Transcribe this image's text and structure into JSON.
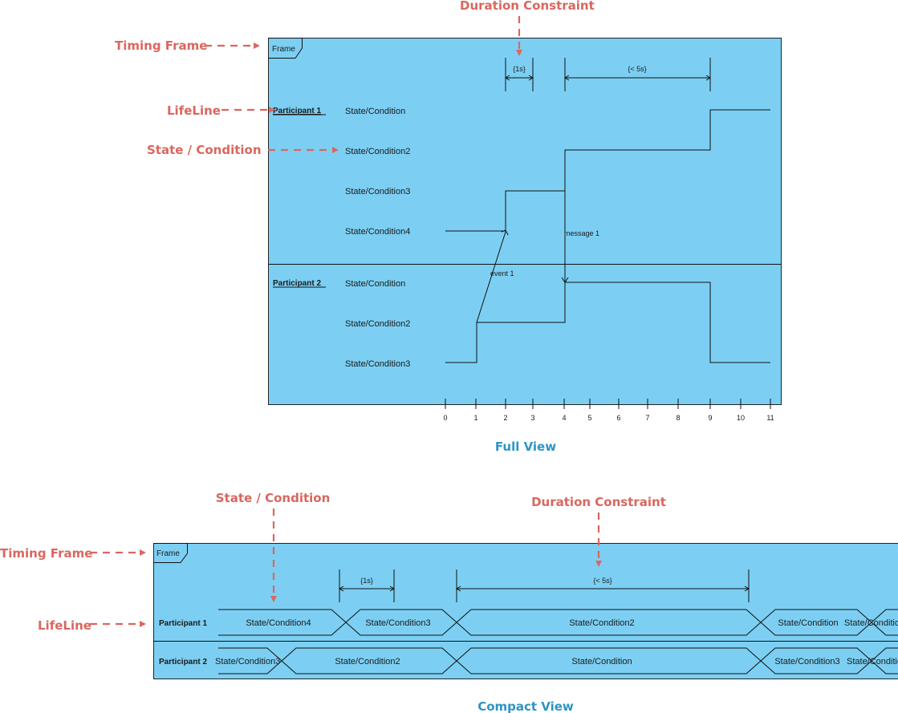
{
  "full_view": {
    "frame_label": "Frame",
    "view_title": "Full View",
    "annotations": {
      "duration_constraint": "Duration Constraint",
      "timing_frame": "Timing Frame",
      "lifeline": "LifeLine",
      "state_condition": "State / Condition"
    },
    "participant1": {
      "name": "Participant 1",
      "states": [
        "State/Condition",
        "State/Condition2",
        "State/Condition3",
        "State/Condition4"
      ]
    },
    "participant2": {
      "name": "Participant 2",
      "states": [
        "State/Condition",
        "State/Condition2",
        "State/Condition3"
      ]
    },
    "constraints": {
      "c1": "{1s}",
      "c2": "{< 5s}"
    },
    "messages": {
      "message1": "message 1",
      "event1": "event 1"
    },
    "ticks": [
      "0",
      "1",
      "2",
      "3",
      "4",
      "5",
      "6",
      "7",
      "8",
      "9",
      "10",
      "11"
    ]
  },
  "compact_view": {
    "frame_label": "Frame",
    "view_title": "Compact View",
    "annotations": {
      "state_condition": "State / Condition",
      "duration_constraint": "Duration Constraint",
      "timing_frame": "Timing Frame",
      "lifeline": "LifeLine"
    },
    "constraints": {
      "c1": "{1s}",
      "c2": "{< 5s}"
    },
    "participant1": {
      "name": "Participant 1",
      "states": [
        "State/Condition4",
        "State/Condition3",
        "State/Condition2",
        "State/Condition",
        "State/Condition"
      ]
    },
    "participant2": {
      "name": "Participant 2",
      "states": [
        "State/Condition3",
        "State/Condition2",
        "State/Condition",
        "State/Condition3",
        "State/Condition"
      ]
    }
  },
  "colors": {
    "frame_fill": "#7ccff3",
    "annotation": "#d9675f",
    "view_title": "#2e95c4"
  }
}
